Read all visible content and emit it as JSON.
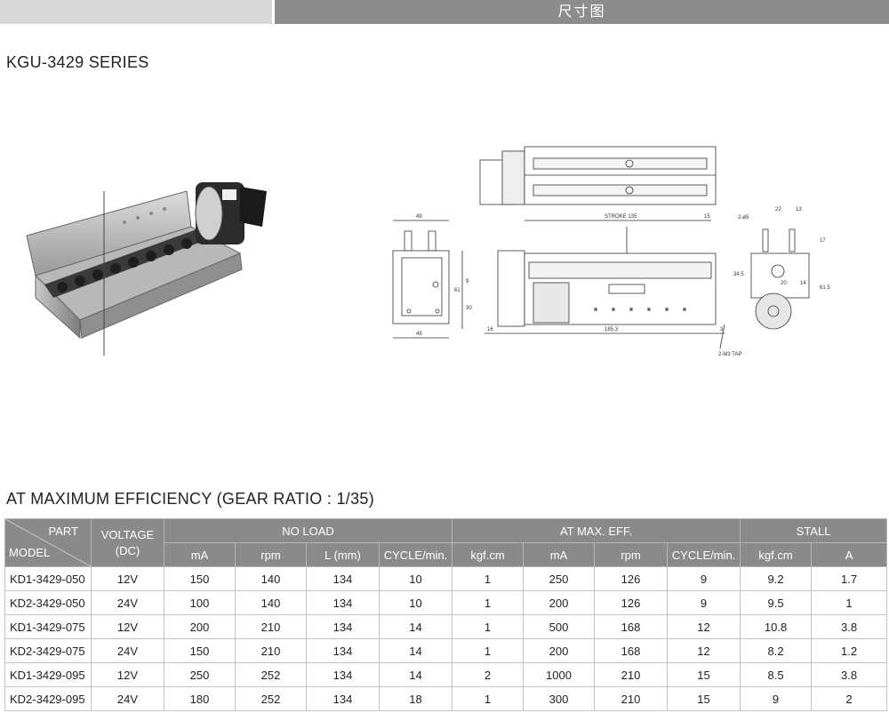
{
  "header": {
    "title": "尺寸图"
  },
  "series_title": "KGU-3429 SERIES",
  "efficiency_title": "AT MAXIMUM EFFICIENCY (GEAR RATIO : 1/35)",
  "drawing": {
    "stroke_label": "STROKE 135",
    "dims": {
      "w49_top": "49",
      "w49_bottom": "49",
      "d15": "15",
      "d2_phi5": "2-ø5",
      "d22": "22",
      "d13": "13",
      "d17": "17",
      "d61": "61",
      "d30": "30",
      "d9": "9",
      "d34_5": "34.5",
      "d20": "20",
      "d14": "14",
      "d61_5": "61.5",
      "d16": "16",
      "d185_3": "185.3",
      "d3": "3",
      "tap": "2-M3 TAP"
    }
  },
  "table": {
    "part_label": "PART",
    "model_label": "MODEL",
    "voltage_label_1": "VOLTAGE",
    "voltage_label_2": "(DC)",
    "groups": {
      "no_load": "NO LOAD",
      "max_eff": "AT MAX. EFF.",
      "stall": "STALL"
    },
    "subheaders": [
      "mA",
      "rpm",
      "L (mm)",
      "CYCLE/min.",
      "kgf.cm",
      "mA",
      "rpm",
      "CYCLE/min.",
      "kgf.cm",
      "A"
    ],
    "rows": [
      [
        "KD1-3429-050",
        "12V",
        "150",
        "140",
        "134",
        "10",
        "1",
        "250",
        "126",
        "9",
        "9.2",
        "1.7"
      ],
      [
        "KD2-3429-050",
        "24V",
        "100",
        "140",
        "134",
        "10",
        "1",
        "200",
        "126",
        "9",
        "9.5",
        "1"
      ],
      [
        "KD1-3429-075",
        "12V",
        "200",
        "210",
        "134",
        "14",
        "1",
        "500",
        "168",
        "12",
        "10.8",
        "3.8"
      ],
      [
        "KD2-3429-075",
        "24V",
        "150",
        "210",
        "134",
        "14",
        "1",
        "200",
        "168",
        "12",
        "8.2",
        "1.2"
      ],
      [
        "KD1-3429-095",
        "12V",
        "250",
        "252",
        "134",
        "14",
        "2",
        "1000",
        "210",
        "15",
        "8.5",
        "3.8"
      ],
      [
        "KD2-3429-095",
        "24V",
        "180",
        "252",
        "134",
        "18",
        "1",
        "300",
        "210",
        "15",
        "9",
        "2"
      ]
    ]
  }
}
